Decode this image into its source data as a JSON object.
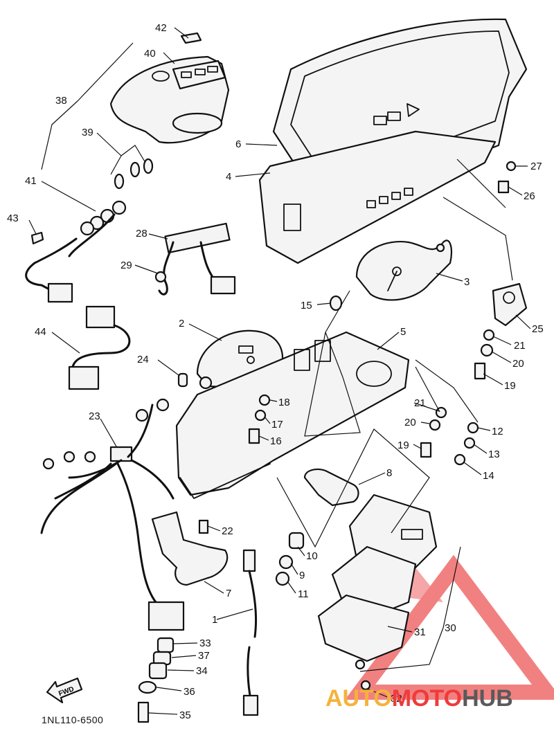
{
  "diagram": {
    "part_code": "1NL110-6500",
    "fwd_label": "FWD",
    "callouts": [
      {
        "id": "42",
        "text": "42"
      },
      {
        "id": "40",
        "text": "40"
      },
      {
        "id": "38",
        "text": "38"
      },
      {
        "id": "39",
        "text": "39"
      },
      {
        "id": "41",
        "text": "41"
      },
      {
        "id": "43",
        "text": "43"
      },
      {
        "id": "28",
        "text": "28"
      },
      {
        "id": "29",
        "text": "29"
      },
      {
        "id": "44",
        "text": "44"
      },
      {
        "id": "2",
        "text": "2"
      },
      {
        "id": "24",
        "text": "24"
      },
      {
        "id": "23",
        "text": "23"
      },
      {
        "id": "6",
        "text": "6"
      },
      {
        "id": "4",
        "text": "4"
      },
      {
        "id": "27",
        "text": "27"
      },
      {
        "id": "26",
        "text": "26"
      },
      {
        "id": "3",
        "text": "3"
      },
      {
        "id": "15",
        "text": "15"
      },
      {
        "id": "5",
        "text": "5"
      },
      {
        "id": "25",
        "text": "25"
      },
      {
        "id": "21a",
        "text": "21"
      },
      {
        "id": "20a",
        "text": "20"
      },
      {
        "id": "19a",
        "text": "19"
      },
      {
        "id": "18",
        "text": "18"
      },
      {
        "id": "17",
        "text": "17"
      },
      {
        "id": "16",
        "text": "16"
      },
      {
        "id": "21b",
        "text": "21"
      },
      {
        "id": "20b",
        "text": "20"
      },
      {
        "id": "19b",
        "text": "19"
      },
      {
        "id": "12",
        "text": "12"
      },
      {
        "id": "13",
        "text": "13"
      },
      {
        "id": "14",
        "text": "14"
      },
      {
        "id": "8",
        "text": "8"
      },
      {
        "id": "22",
        "text": "22"
      },
      {
        "id": "10",
        "text": "10"
      },
      {
        "id": "9",
        "text": "9"
      },
      {
        "id": "11",
        "text": "11"
      },
      {
        "id": "7",
        "text": "7"
      },
      {
        "id": "1",
        "text": "1"
      },
      {
        "id": "31",
        "text": "31"
      },
      {
        "id": "30",
        "text": "30"
      },
      {
        "id": "33",
        "text": "33"
      },
      {
        "id": "37",
        "text": "37"
      },
      {
        "id": "34",
        "text": "34"
      },
      {
        "id": "36",
        "text": "36"
      },
      {
        "id": "35",
        "text": "35"
      },
      {
        "id": "32",
        "text": "32"
      }
    ]
  },
  "watermark": {
    "part1": "AUTO",
    "part2": "MOTO",
    "part3": "HUB",
    "color_auto": "#f5b23b",
    "color_moto": "#ef3b3b",
    "color_hub": "#5a5a5a"
  }
}
